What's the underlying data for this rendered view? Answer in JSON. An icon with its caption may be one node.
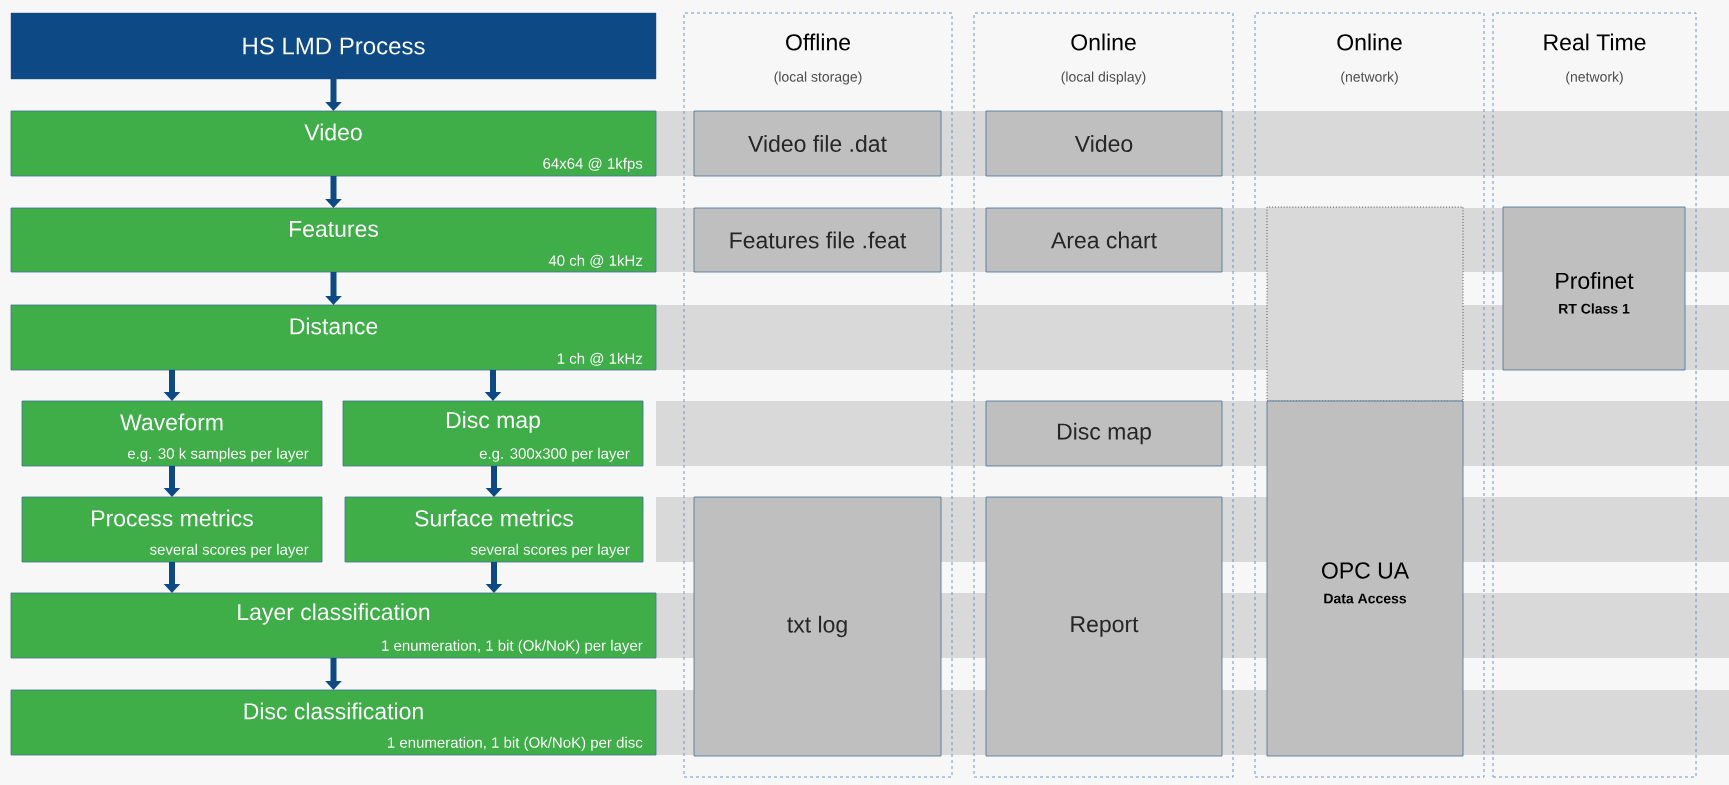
{
  "diagram": {
    "nodes": [
      {
        "text": [
          "HS LMD Process"
        ]
      },
      {
        "text": [
          "Video",
          "64x64 @ 1kfps"
        ]
      },
      {
        "text": [
          "Features",
          "40 ch @ 1kHz"
        ]
      },
      {
        "text": [
          "Distance",
          "1 ch @ 1kHz"
        ]
      },
      {
        "text": [
          "Waveform",
          "e.g. 30 k samples per layer"
        ]
      },
      {
        "text": [
          "Disc map",
          "e.g. 300x300 per layer"
        ]
      },
      {
        "text": [
          "Process metrics",
          "several scores per layer"
        ]
      },
      {
        "text": [
          "Surface metrics",
          "several scores per layer"
        ]
      },
      {
        "text": [
          "Layer classification",
          "1 enumeration, 1 bit (Ok/NoK) per layer"
        ]
      },
      {
        "text": [
          "Disc classification",
          "1 enumeration, 1 bit (Ok/NoK) per disc"
        ]
      },
      {
        "text": [
          "Offline",
          "(local storage)"
        ]
      },
      {
        "text": [
          "Video file .dat"
        ],
        "in": 10
      },
      {
        "text": [
          "Features file .feat"
        ],
        "in": 10
      },
      {
        "text": [
          "txt log"
        ],
        "in": 10
      },
      {
        "text": [
          "Online",
          "(local display)"
        ]
      },
      {
        "text": [
          "Video"
        ],
        "in": 14
      },
      {
        "text": [
          "Area chart"
        ],
        "in": 14
      },
      {
        "text": [
          "Disc map"
        ],
        "in": 14
      },
      {
        "text": [
          "Report"
        ],
        "in": 14
      },
      {
        "text": [
          "Online",
          "(network)"
        ]
      },
      {
        "text": [],
        "shape": "box",
        "in": 19
      },
      {
        "text": [
          "OPC UA",
          "Data Access"
        ],
        "in": 19
      },
      {
        "text": [
          "Real Time",
          "(network)"
        ]
      },
      {
        "text": [
          "Profinet",
          "RT Class 1"
        ],
        "in": 22
      }
    ],
    "edges": [
      {
        "from": 0,
        "to": 1,
        "arrow": "to"
      },
      {
        "from": 1,
        "to": 2,
        "arrow": "to"
      },
      {
        "from": 2,
        "to": 3,
        "arrow": "to"
      },
      {
        "from": 3,
        "to": 4,
        "arrow": "to"
      },
      {
        "from": 3,
        "to": 5,
        "arrow": "to"
      },
      {
        "from": 4,
        "to": 6,
        "arrow": "to"
      },
      {
        "from": 5,
        "to": 7,
        "arrow": "to"
      },
      {
        "from": 6,
        "to": 8,
        "arrow": "to"
      },
      {
        "from": 7,
        "to": 8,
        "arrow": "to"
      },
      {
        "from": 8,
        "to": 9,
        "arrow": "to"
      }
    ]
  }
}
